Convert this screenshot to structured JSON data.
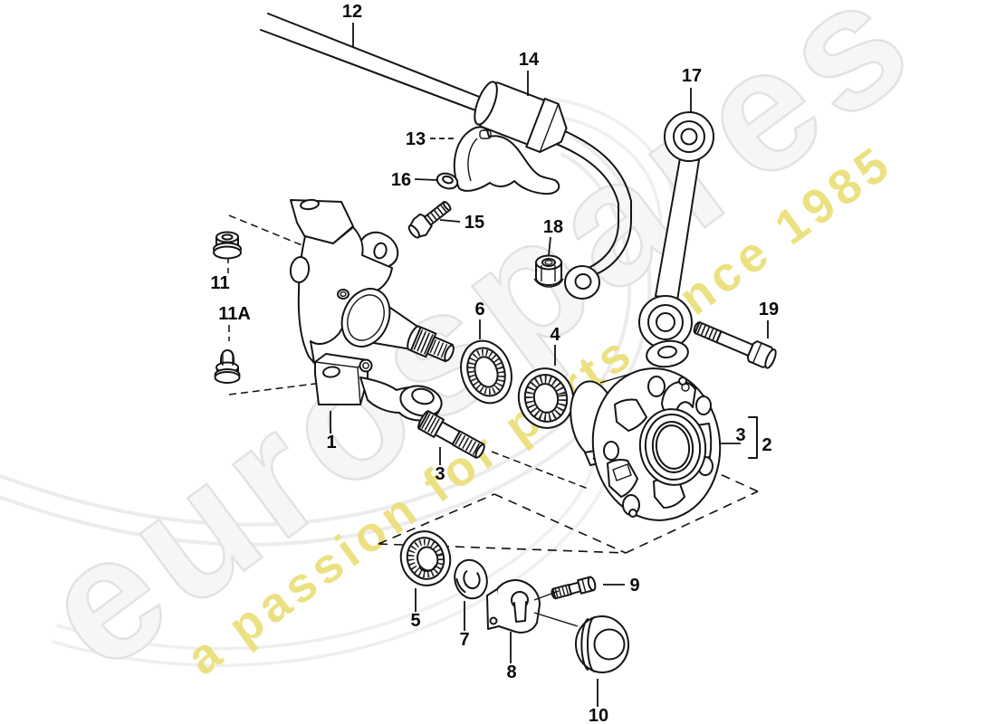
{
  "watermark": {
    "brand": "eurospares",
    "tagline": "a passion for parts since 1985",
    "brand_fill": "#f6f6f6",
    "brand_outline": "#e2e2e2",
    "tagline_color": "#ebe07c"
  },
  "line_color": "#151515",
  "background": "#ffffff",
  "callouts": {
    "1": "1",
    "2": "2",
    "3": "3",
    "4": "4",
    "5": "5",
    "6": "6",
    "7": "7",
    "8": "8",
    "9": "9",
    "10": "10",
    "11": "11",
    "11A": "11A",
    "12": "12",
    "13": "13",
    "14": "14",
    "15": "15",
    "16": "16",
    "17": "17",
    "18": "18",
    "19": "19"
  }
}
